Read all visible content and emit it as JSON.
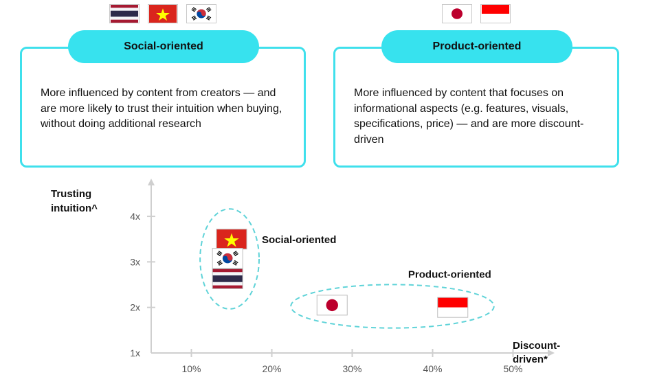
{
  "cards": [
    {
      "title": "Social-oriented",
      "body": "More influenced by content from creators — and are more likely to trust their intuition when buying, without doing additional research",
      "flags": [
        "thailand-flag-icon",
        "vietnam-flag-icon",
        "south-korea-flag-icon"
      ]
    },
    {
      "title": "Product-oriented",
      "body": "More influenced by content that focuses on informational aspects (e.g. features, visuals, specifications, price) — and are more discount-driven",
      "flags": [
        "japan-flag-icon",
        "indonesia-flag-icon"
      ]
    }
  ],
  "colors": {
    "accent": "#37e2ee",
    "card_border": "#3fe0ec",
    "dashed_outline": "#5fd3d8",
    "axis": "#cfcfcf",
    "vietnam_red": "#da251d",
    "vietnam_star": "#ffff00",
    "japan_red": "#bc002d",
    "indonesia_red": "#ff0000",
    "thailand_red": "#a51931",
    "thailand_blue": "#2d2a4a",
    "korea_red": "#cd2e3a",
    "korea_blue": "#0047a0"
  },
  "chart_data": {
    "type": "scatter",
    "title": "",
    "xlabel": "Discount-driven*",
    "ylabel": "Trusting intuition^",
    "xlim": [
      5,
      55
    ],
    "ylim": [
      1,
      4.8
    ],
    "x_ticks": [
      10,
      20,
      30,
      40,
      50
    ],
    "x_tick_labels": [
      "10%",
      "20%",
      "30%",
      "40%",
      "50%"
    ],
    "y_ticks": [
      1,
      2,
      3,
      4
    ],
    "y_tick_labels": [
      "1x",
      "2x",
      "3x",
      "4x"
    ],
    "grid": false,
    "points": [
      {
        "x": 15,
        "y": 3.5,
        "flag": "vietnam-flag-icon"
      },
      {
        "x": 14.5,
        "y": 3.08,
        "flag": "south-korea-flag-icon"
      },
      {
        "x": 14.5,
        "y": 2.63,
        "flag": "thailand-flag-icon"
      },
      {
        "x": 27.5,
        "y": 2.05,
        "flag": "japan-flag-icon"
      },
      {
        "x": 42.5,
        "y": 2.0,
        "flag": "indonesia-flag-icon"
      }
    ],
    "groups": [
      {
        "name": "Social-oriented",
        "members": [
          "vietnam-flag-icon",
          "south-korea-flag-icon",
          "thailand-flag-icon"
        ]
      },
      {
        "name": "Product-oriented",
        "members": [
          "japan-flag-icon",
          "indonesia-flag-icon"
        ]
      }
    ]
  }
}
